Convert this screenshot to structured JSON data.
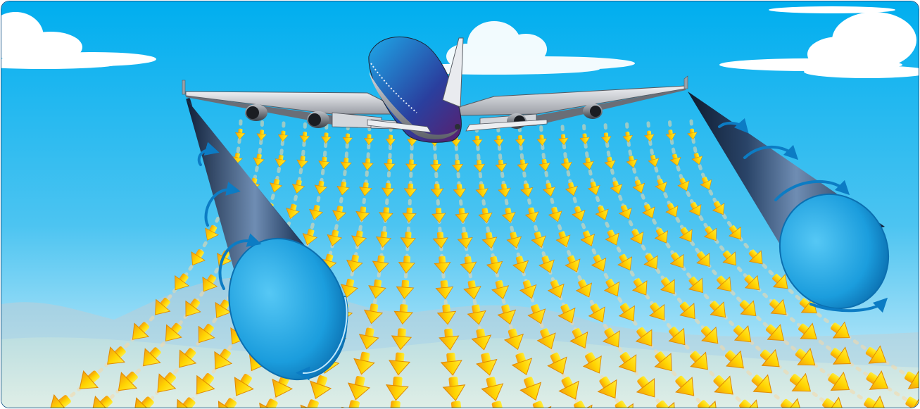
{
  "illustration": {
    "subject": "airliner",
    "vortex_count": 2,
    "downwash_arrow_rows": 12
  },
  "colors": {
    "sky_top": "#00aeef",
    "sky_bottom": "#d8f1fb",
    "hill_far": "#a9d4e6",
    "hill_near": "#c9e4e0",
    "arrow_dark": "#f39c12",
    "arrow_light": "#ffe600",
    "vortex_face": "#1ea4e0",
    "vortex_body": "#1a2d4d",
    "fuselage_blue": "#1b3f9a",
    "wing_gray": "#c9cbd1",
    "frame": "#1d5b8c"
  }
}
